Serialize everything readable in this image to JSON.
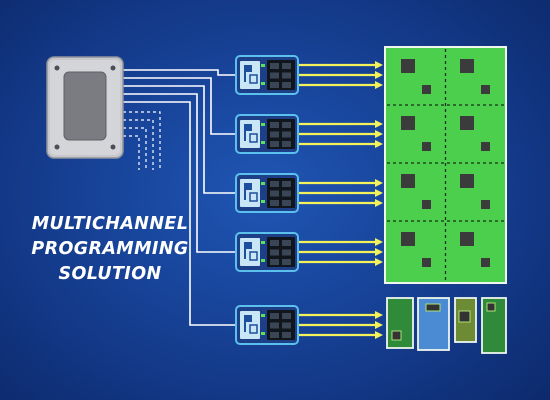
{
  "title": {
    "line1": "MULTICHANNEL",
    "line2": "PROGRAMMING",
    "line3": "SOLUTION"
  },
  "colors": {
    "background": "#174297",
    "wire": "#ffffff",
    "arrow": "#f3f25a",
    "module_border": "#5cc0ee",
    "board_green": "#4ccf4c",
    "target_blue": "#4a8bd3"
  },
  "programmer_count": 5,
  "board_panel_count": 8,
  "small_target_count": 4
}
